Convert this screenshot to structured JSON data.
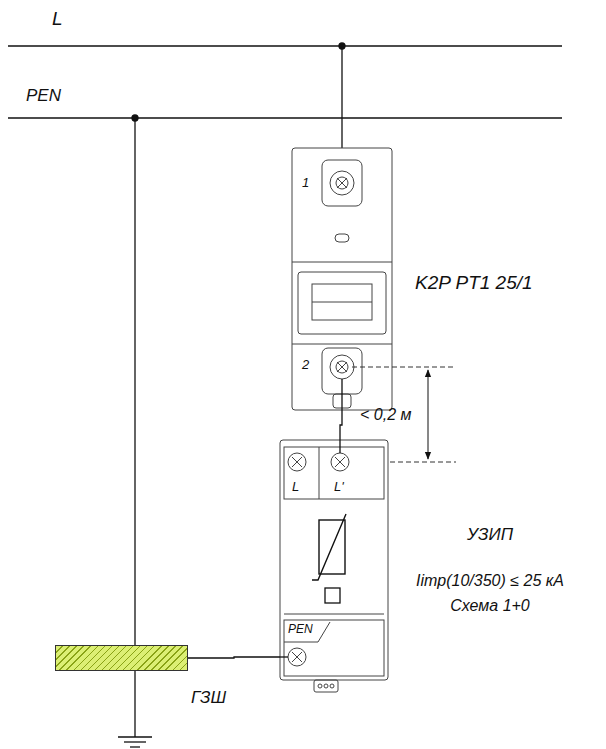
{
  "diagram": {
    "nodes": [
      {
        "text": [
          "1",
          "2",
          "K2P PT1 25/1"
        ]
      },
      {
        "text": [
          "L",
          "L'",
          "PEN",
          "УЗИП",
          "Iimp(10/350) ≤ 25 кА",
          "Схема 1+0"
        ]
      },
      {
        "text": [
          "ГЗШ"
        ]
      }
    ],
    "edges": [
      {
        "from": 0,
        "to": 1,
        "arrow": "none"
      },
      {
        "from": 1,
        "to": 2,
        "arrow": "none"
      }
    ],
    "labels": [
      "L",
      "PEN",
      "< 0,2 м"
    ]
  }
}
